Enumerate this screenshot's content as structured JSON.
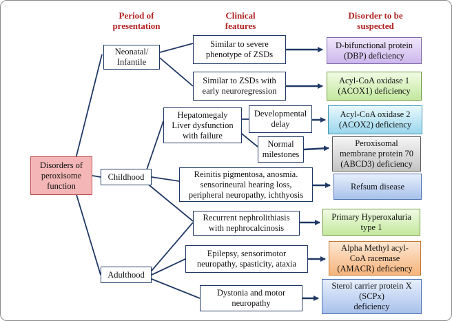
{
  "headers": {
    "period": "Period of\npresentation",
    "clinical": "Clinical\nfeatures",
    "disorder": "Disorder to be\nsuspected"
  },
  "root": "Disorders of\nperoxisome\nfunction",
  "periods": {
    "neonatal": "Neonatal/\nInfantile",
    "childhood": "Childhood",
    "adulthood": "Adulthood"
  },
  "features": {
    "severe_zsd": "Similar to severe\nphenotype of ZSDs",
    "zsd_neuroregression": "Similar to ZSDs with\nearly neuroregression",
    "hepatomegaly": "Hepatomegaly\nLiver dysfunction\nwith failure",
    "developmental_delay": "Developmental\ndelay",
    "normal_milestones": "Normal\nmilestones",
    "retinitis": "Reinitis pigmentosa, anosmia.\nsensorineural hearing loss,\nperipheral neuropathy, ichthyosis",
    "nephrolithiasis": "Recurrent nephrolithiasis\nwith nephrocalcinosis",
    "epilepsy": "Epilepsy, sensorimotor\nneuropathy, spasticity, ataxia",
    "dystonia": "Dystonia and motor\nneuropathy"
  },
  "disorders": {
    "dbp": "D-bifunctional protein\n(DBP) deficiency",
    "acox1": "Acyl-CoA oxidase 1\n(ACOX1) deficiency",
    "acox2": "Acyl-CoA oxidase 2\n(ACOX2) deficiency",
    "abcd3": "Peroxisomal\nmembrane protein 70\n(ABCD3) deficiency",
    "refsum": "Refsum disease",
    "hyperoxaluria": "Primary Hyperoxaluria\ntype 1",
    "amacr": "Alpha Methyl acyl-\nCoA racemase\n(AMACR) deficiency",
    "scpx": "Sterol carrier protein X\n(SCPx)\ndeficiency"
  },
  "colors": {
    "header_text": "#b22222",
    "connector": "#1f3864"
  }
}
